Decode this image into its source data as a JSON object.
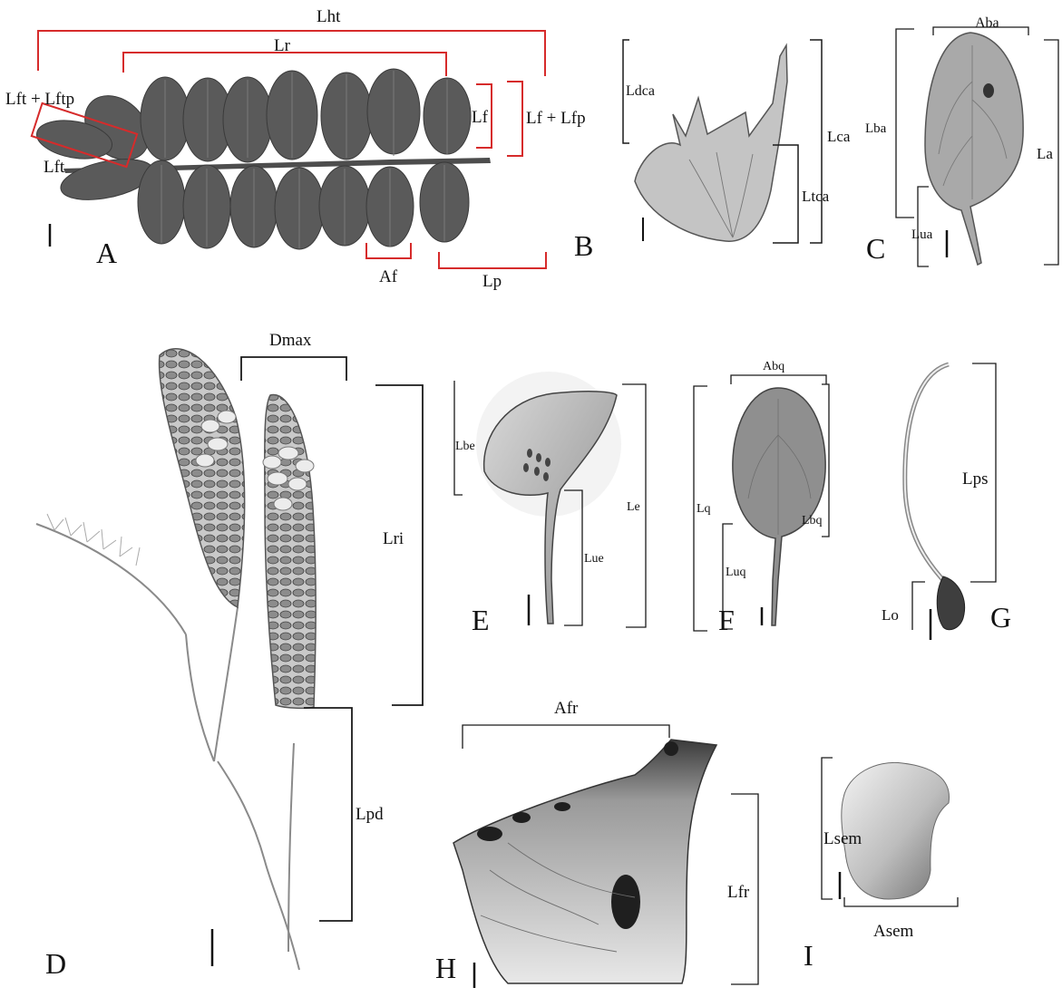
{
  "panels": [
    "A",
    "B",
    "C",
    "D",
    "E",
    "F",
    "G",
    "H",
    "I"
  ],
  "labels": {
    "a_lht": "Lht",
    "a_lr": "Lr",
    "a_lft_lftp": "Lft + Lftp",
    "a_lft": "Lft",
    "a_lf": "Lf",
    "a_lf_lfp": "Lf + Lfp",
    "a_af": "Af",
    "a_lp": "Lp",
    "b_ldca": "Ldca",
    "b_lca": "Lca",
    "b_ltca": "Ltca",
    "c_aba": "Aba",
    "c_lba": "Lba",
    "c_la": "La",
    "c_lua": "Lua",
    "d_dmax": "Dmax",
    "d_lri": "Lri",
    "d_lpd": "Lpd",
    "e_lbe": "Lbe",
    "e_le": "Le",
    "e_lue": "Lue",
    "f_abq": "Abq",
    "f_lq": "Lq",
    "f_lbq": "Lbq",
    "f_luq": "Luq",
    "g_lps": "Lps",
    "g_lo": "Lo",
    "h_afr": "Afr",
    "h_lfr": "Lfr",
    "i_lsem": "Lsem",
    "i_asem": "Asem"
  },
  "colors": {
    "measure_red": "#d62b2b",
    "measure_black": "#1a1a1a",
    "specimen_dark": "#555555",
    "specimen_light": "#bdbdbd"
  }
}
